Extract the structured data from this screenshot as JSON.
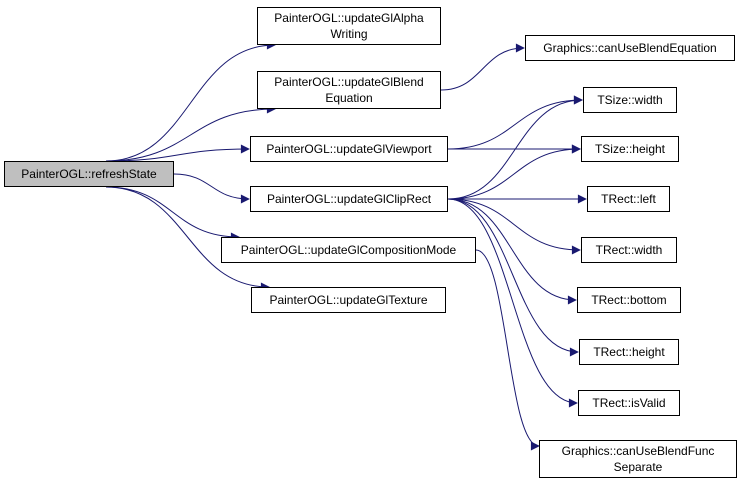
{
  "nodes": {
    "refresh_state": "PainterOGL::refreshState",
    "update_alpha_writing": "PainterOGL::updateGlAlpha\nWriting",
    "update_blend_equation": "PainterOGL::updateGlBlend\nEquation",
    "update_viewport": "PainterOGL::updateGlViewport",
    "update_clip_rect": "PainterOGL::updateGlClipRect",
    "update_composition_mode": "PainterOGL::updateGlCompositionMode",
    "update_texture": "PainterOGL::updateGlTexture",
    "can_use_blend_equation": "Graphics::canUseBlendEquation",
    "tsize_width": "TSize::width",
    "tsize_height": "TSize::height",
    "trect_left": "TRect::left",
    "trect_width": "TRect::width",
    "trect_bottom": "TRect::bottom",
    "trect_height": "TRect::height",
    "trect_is_valid": "TRect::isValid",
    "can_use_blend_func_separate": "Graphics::canUseBlendFunc\nSeparate"
  },
  "edges": [
    [
      "refresh_state",
      "update_alpha_writing"
    ],
    [
      "refresh_state",
      "update_blend_equation"
    ],
    [
      "refresh_state",
      "update_viewport"
    ],
    [
      "refresh_state",
      "update_clip_rect"
    ],
    [
      "refresh_state",
      "update_composition_mode"
    ],
    [
      "refresh_state",
      "update_texture"
    ],
    [
      "update_blend_equation",
      "can_use_blend_equation"
    ],
    [
      "update_viewport",
      "tsize_width"
    ],
    [
      "update_viewport",
      "tsize_height"
    ],
    [
      "update_clip_rect",
      "tsize_width"
    ],
    [
      "update_clip_rect",
      "tsize_height"
    ],
    [
      "update_clip_rect",
      "trect_left"
    ],
    [
      "update_clip_rect",
      "trect_width"
    ],
    [
      "update_clip_rect",
      "trect_bottom"
    ],
    [
      "update_clip_rect",
      "trect_height"
    ],
    [
      "update_clip_rect",
      "trect_is_valid"
    ],
    [
      "update_composition_mode",
      "can_use_blend_func_separate"
    ]
  ],
  "colors": {
    "edge": "#191970",
    "root_fill": "#bfbfbf",
    "node_border": "#000000"
  }
}
